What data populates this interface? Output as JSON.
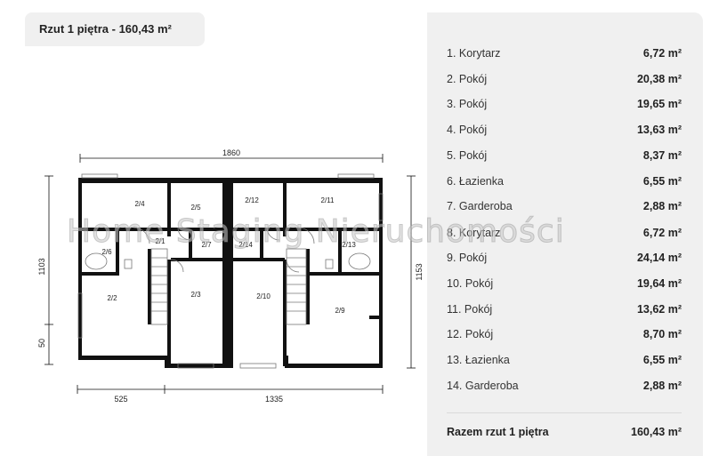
{
  "plan": {
    "title": "Rzut 1 piętra - 160,43 m²",
    "dimensions": {
      "top": "1860",
      "bottom_left": "525",
      "bottom_right": "1335",
      "left_total": "1103",
      "left_small": "50",
      "right_total": "1153"
    },
    "room_labels": [
      "2/4",
      "2/5",
      "2/12",
      "2/11",
      "2/1",
      "2/6",
      "2/7",
      "2/14",
      "2/13",
      "2/2",
      "2/3",
      "2/10",
      "2/9"
    ]
  },
  "watermark": "Home Staging Nieruchomości",
  "rooms": [
    {
      "name": "1. Korytarz",
      "area": "6,72 m²"
    },
    {
      "name": "2. Pokój",
      "area": "20,38 m²"
    },
    {
      "name": "3. Pokój",
      "area": "19,65 m²"
    },
    {
      "name": "4. Pokój",
      "area": "13,63 m²"
    },
    {
      "name": "5. Pokój",
      "area": "8,37 m²"
    },
    {
      "name": "6. Łazienka",
      "area": "6,55 m²"
    },
    {
      "name": "7. Garderoba",
      "area": "2,88 m²"
    },
    {
      "name": "8. Korytarz",
      "area": "6,72 m²"
    },
    {
      "name": "9. Pokój",
      "area": "24,14 m²"
    },
    {
      "name": "10. Pokój",
      "area": "19,64 m²"
    },
    {
      "name": "11. Pokój",
      "area": "13,62 m²"
    },
    {
      "name": "12. Pokój",
      "area": "8,70 m²"
    },
    {
      "name": "13. Łazienka",
      "area": "6,55 m²"
    },
    {
      "name": "14. Garderoba",
      "area": "2,88 m²"
    }
  ],
  "total": {
    "label": "Razem rzut 1 piętra",
    "area": "160,43 m²"
  }
}
